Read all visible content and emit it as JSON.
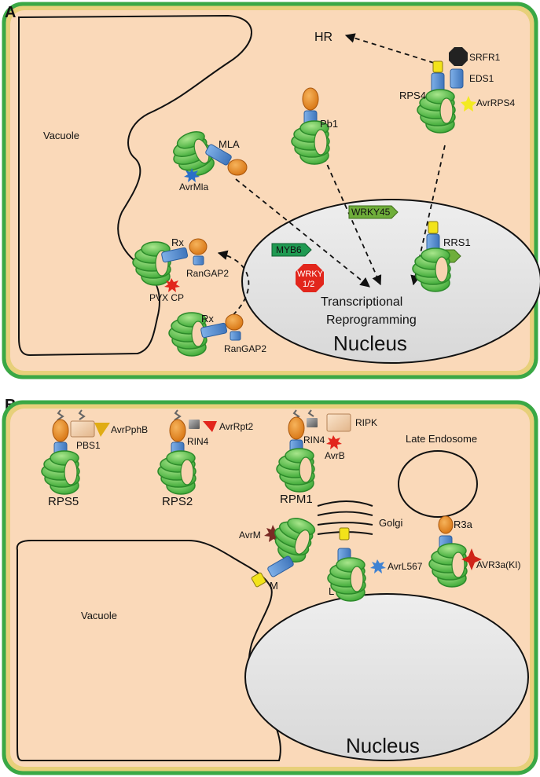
{
  "colors": {
    "cytoplasm": "#fad9b9",
    "cell_wall_outer": "#3aa845",
    "cell_wall_inner": "#e7d07a",
    "nucleus": "#e6e6e6",
    "lrr_green": "#5cc24a",
    "nb_blue": "#5b8fd0",
    "cc_orange": "#e8861d",
    "tir_yellow": "#f2e31a",
    "wrky12_red": "#e2261c",
    "myb6_green": "#1f9a52",
    "wrky45_green": "#6fae3a"
  },
  "panel_a": {
    "letter": "A",
    "vacuole": "Vacuole",
    "nucleus": "Nucleus",
    "hr": "HR",
    "transcriptional_1": "Transcriptional",
    "transcriptional_2": "Reprogramming",
    "mla": "MLA",
    "avrmla": "AvrMla",
    "pb1": "Pb1",
    "rps4": "RPS4",
    "srfr1": "SRFR1",
    "eds1": "EDS1",
    "avrrps4": "AvrRPS4",
    "rx_1": "Rx",
    "rangap2_1": "RanGAP2",
    "pvx_cp": "PVX CP",
    "rx_2": "Rx",
    "rangap2_2": "RanGAP2",
    "myb6": "MYB6",
    "wrky45": "WRKY45",
    "wrky_line1": "WRKY",
    "wrky_line2": "1/2",
    "rrs1": "RRS1"
  },
  "panel_b": {
    "letter": "B",
    "vacuole": "Vacuole",
    "nucleus": "Nucleus",
    "pbs1": "PBS1",
    "avrpphb": "AvrPphB",
    "rps5": "RPS5",
    "rin4_1": "RIN4",
    "avrrpt2": "AvrRpt2",
    "rps2": "RPS2",
    "rin4_2": "RIN4",
    "ripk": "RIPK",
    "avrb": "AvrB",
    "rpm1": "RPM1",
    "late_endosome": "Late Endosome",
    "golgi": "Golgi",
    "avrm": "AvrM",
    "m": "M",
    "l": "L",
    "avrl567": "AvrL567",
    "r3a": "R3a",
    "avr3a": "AVR3a(KI)"
  }
}
